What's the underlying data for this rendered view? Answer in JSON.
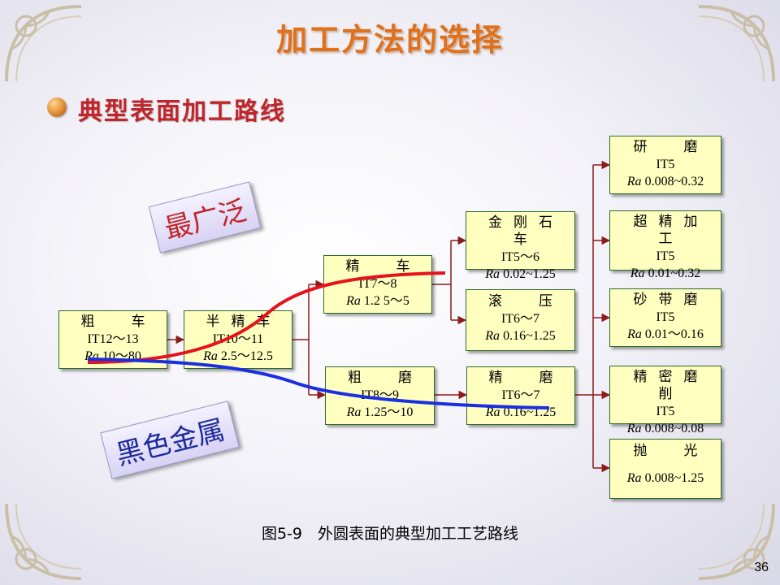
{
  "title": "加工方法的选择",
  "subtitle": "典型表面加工路线",
  "labels": {
    "most_common": "最广泛",
    "ferrous": "黑色金属"
  },
  "nodes": {
    "rough_turn": {
      "name": "粗　车",
      "it": "IT12～13",
      "ra_sym": "Ra",
      "ra": "10～80"
    },
    "semi_turn": {
      "name": "半精车",
      "it": "IT10～11",
      "ra_sym": "Ra",
      "ra": "2.5～12.5"
    },
    "fine_turn": {
      "name": "精　车",
      "it": "IT7～8",
      "ra_sym": "Ra",
      "ra": "1.2 5～5"
    },
    "rough_grind": {
      "name": "粗　磨",
      "it": "IT8～9",
      "ra_sym": "Ra",
      "ra": "1.25～10"
    },
    "diamond": {
      "name": "金刚石车",
      "it": "IT5～6",
      "ra_sym": "Ra",
      "ra": "0.02~1.25"
    },
    "roll": {
      "name": "滚　压",
      "it": "IT6～7",
      "ra_sym": "Ra",
      "ra": "0.16~1.25"
    },
    "fine_grind": {
      "name": "精　磨",
      "it": "IT6～7",
      "ra_sym": "Ra",
      "ra": "0.16~1.25"
    },
    "lapping": {
      "name": "研　磨",
      "it": "IT5",
      "ra_sym": "Ra",
      "ra": "0.008~0.32"
    },
    "superfinish": {
      "name": "超精加工",
      "it": "IT5",
      "ra_sym": "Ra",
      "ra": "0.01~0.32"
    },
    "belt_grind": {
      "name": "砂带磨",
      "it": "IT5",
      "ra_sym": "Ra",
      "ra": "0.01～0.16"
    },
    "precision": {
      "name": "精密磨削",
      "it": "IT5",
      "ra_sym": "Ra",
      "ra": "0.008~0.08"
    },
    "polish": {
      "name": "抛　光",
      "it": "",
      "ra_sym": "Ra",
      "ra": "0.008~1.25"
    }
  },
  "caption": "图5-9　外圆表面的典型加工工艺路线",
  "page_number": "36",
  "colors": {
    "title": "#e0701a",
    "subtitle": "#c0252a",
    "box_fill": "#ffffc0",
    "arrow": "#8b1a1a",
    "route_red": "#e8121a",
    "route_blue": "#1a2fe0"
  }
}
